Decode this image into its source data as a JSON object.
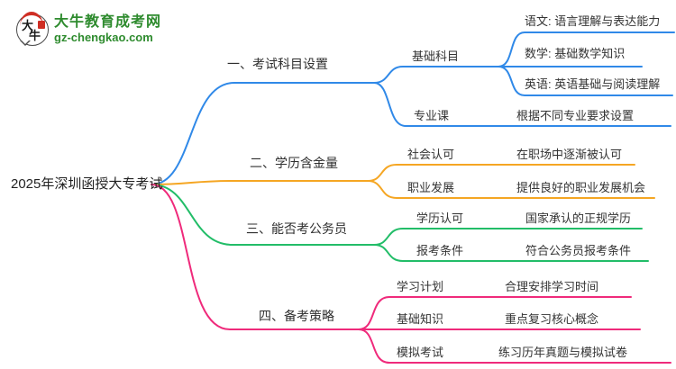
{
  "logo": {
    "icon_char_1": "大",
    "icon_char_2": "牛",
    "title": "大牛教育成考网",
    "url": "gz-chengkao.com",
    "green": "#2e8b2e",
    "red": "#cf2e24"
  },
  "root": {
    "label": "2025年深圳函授大专考试"
  },
  "branches": [
    {
      "label": "一、考试科目设置",
      "color": "#3089e8",
      "children": [
        {
          "label": "基础科目",
          "children": [
            {
              "label": "语文: 语言理解与表达能力"
            },
            {
              "label": "数学: 基础数学知识"
            },
            {
              "label": "英语: 英语基础与阅读理解"
            }
          ]
        },
        {
          "label": "专业课",
          "children": [
            {
              "label": "根据不同专业要求设置"
            }
          ]
        }
      ]
    },
    {
      "label": "二、学历含金量",
      "color": "#f5a623",
      "children": [
        {
          "label": "社会认可",
          "children": [
            {
              "label": "在职场中逐渐被认可"
            }
          ]
        },
        {
          "label": "职业发展",
          "children": [
            {
              "label": "提供良好的职业发展机会"
            }
          ]
        }
      ]
    },
    {
      "label": "三、能否考公务员",
      "color": "#22bd68",
      "children": [
        {
          "label": "学历认可",
          "children": [
            {
              "label": "国家承认的正规学历"
            }
          ]
        },
        {
          "label": "报考条件",
          "children": [
            {
              "label": "符合公务员报考条件"
            }
          ]
        }
      ]
    },
    {
      "label": "四、备考策略",
      "color": "#ef2a7b",
      "children": [
        {
          "label": "学习计划",
          "children": [
            {
              "label": "合理安排学习时间"
            }
          ]
        },
        {
          "label": "基础知识",
          "children": [
            {
              "label": "重点复习核心概念"
            }
          ]
        },
        {
          "label": "模拟考试",
          "children": [
            {
              "label": "练习历年真题与模拟试卷"
            }
          ]
        }
      ]
    }
  ]
}
